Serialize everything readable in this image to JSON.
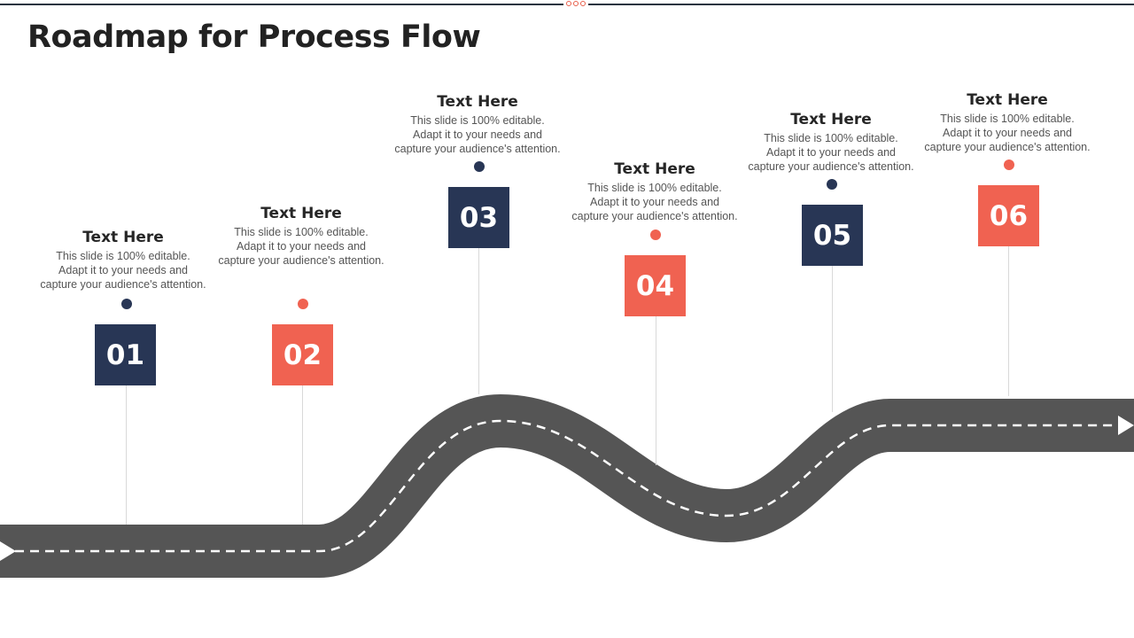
{
  "title": "Roadmap for Process Flow",
  "colors": {
    "navy": "#283655",
    "coral": "#f06251",
    "road": "#555555"
  },
  "steps": [
    {
      "number": "01",
      "heading": "Text Here",
      "lines": [
        "This slide is 100% editable.",
        "Adapt it to your needs and",
        "capture your audience's attention."
      ],
      "color": "navy"
    },
    {
      "number": "02",
      "heading": "Text Here",
      "lines": [
        "This slide is 100% editable.",
        "Adapt it to your needs and",
        "capture your audience's attention."
      ],
      "color": "coral"
    },
    {
      "number": "03",
      "heading": "Text Here",
      "lines": [
        "This slide is 100% editable.",
        "Adapt it to your needs and",
        "capture your audience's attention."
      ],
      "color": "navy"
    },
    {
      "number": "04",
      "heading": "Text Here",
      "lines": [
        "This slide is 100% editable.",
        "Adapt it to your needs and",
        "capture your audience's attention."
      ],
      "color": "coral"
    },
    {
      "number": "05",
      "heading": "Text Here",
      "lines": [
        "This slide is 100% editable.",
        "Adapt it to your needs and",
        "capture your audience's attention."
      ],
      "color": "navy"
    },
    {
      "number": "06",
      "heading": "Text Here",
      "lines": [
        "This slide is 100% editable.",
        "Adapt it to your needs and",
        "capture your audience's attention."
      ],
      "color": "coral"
    }
  ]
}
